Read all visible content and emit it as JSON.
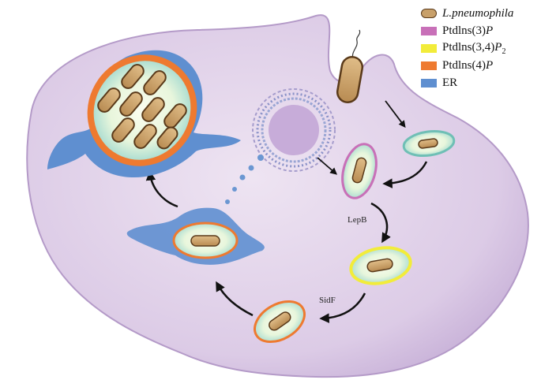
{
  "legend": {
    "items": [
      {
        "label_main": "L.pneumophila",
        "label_suffix": "",
        "label_sub": "",
        "italic": true,
        "swatch": "bacterium"
      },
      {
        "label_main": "Ptdlns(3)",
        "label_suffix": "P",
        "label_sub": "",
        "italic": false,
        "swatch": "#c870b8"
      },
      {
        "label_main": "Ptdlns(3,4)",
        "label_suffix": "P",
        "label_sub": "2",
        "italic": false,
        "swatch": "#f2ec3a"
      },
      {
        "label_main": "Ptdlns(4)",
        "label_suffix": "P",
        "label_sub": "",
        "italic": false,
        "swatch": "#ee7a30"
      },
      {
        "label_main": "ER",
        "label_suffix": "",
        "label_sub": "",
        "italic": false,
        "swatch": "#5f8fd0"
      }
    ]
  },
  "labels": {
    "lepb": "LepB",
    "sidf": "SidF"
  },
  "colors": {
    "cell": "#d8c4e2",
    "cell_edge": "#b49ac8",
    "nucleus": "#c4a8d8",
    "bacterium_fill": "#c8a06a",
    "bacterium_edge": "#5a3a1a",
    "vacuole_inner": "#e6f7d8",
    "vacuole_teal": "#8fd3c8",
    "pi3p": "#c870b8",
    "pi34p2": "#f2ec3a",
    "pi4p": "#ee7a30",
    "er": "#5f8fd0",
    "arrow": "#111111"
  },
  "icons": {
    "bacterium": "rod-bacterium-icon",
    "arrow": "curved-arrow-icon"
  }
}
